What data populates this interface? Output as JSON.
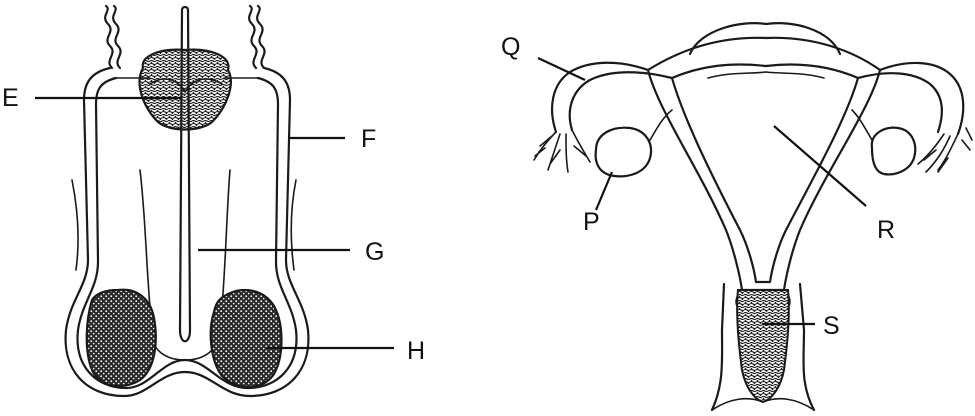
{
  "labels": {
    "e": "E",
    "f": "F",
    "g": "G",
    "h": "H",
    "q": "Q",
    "p": "P",
    "r": "R",
    "s": "S"
  }
}
